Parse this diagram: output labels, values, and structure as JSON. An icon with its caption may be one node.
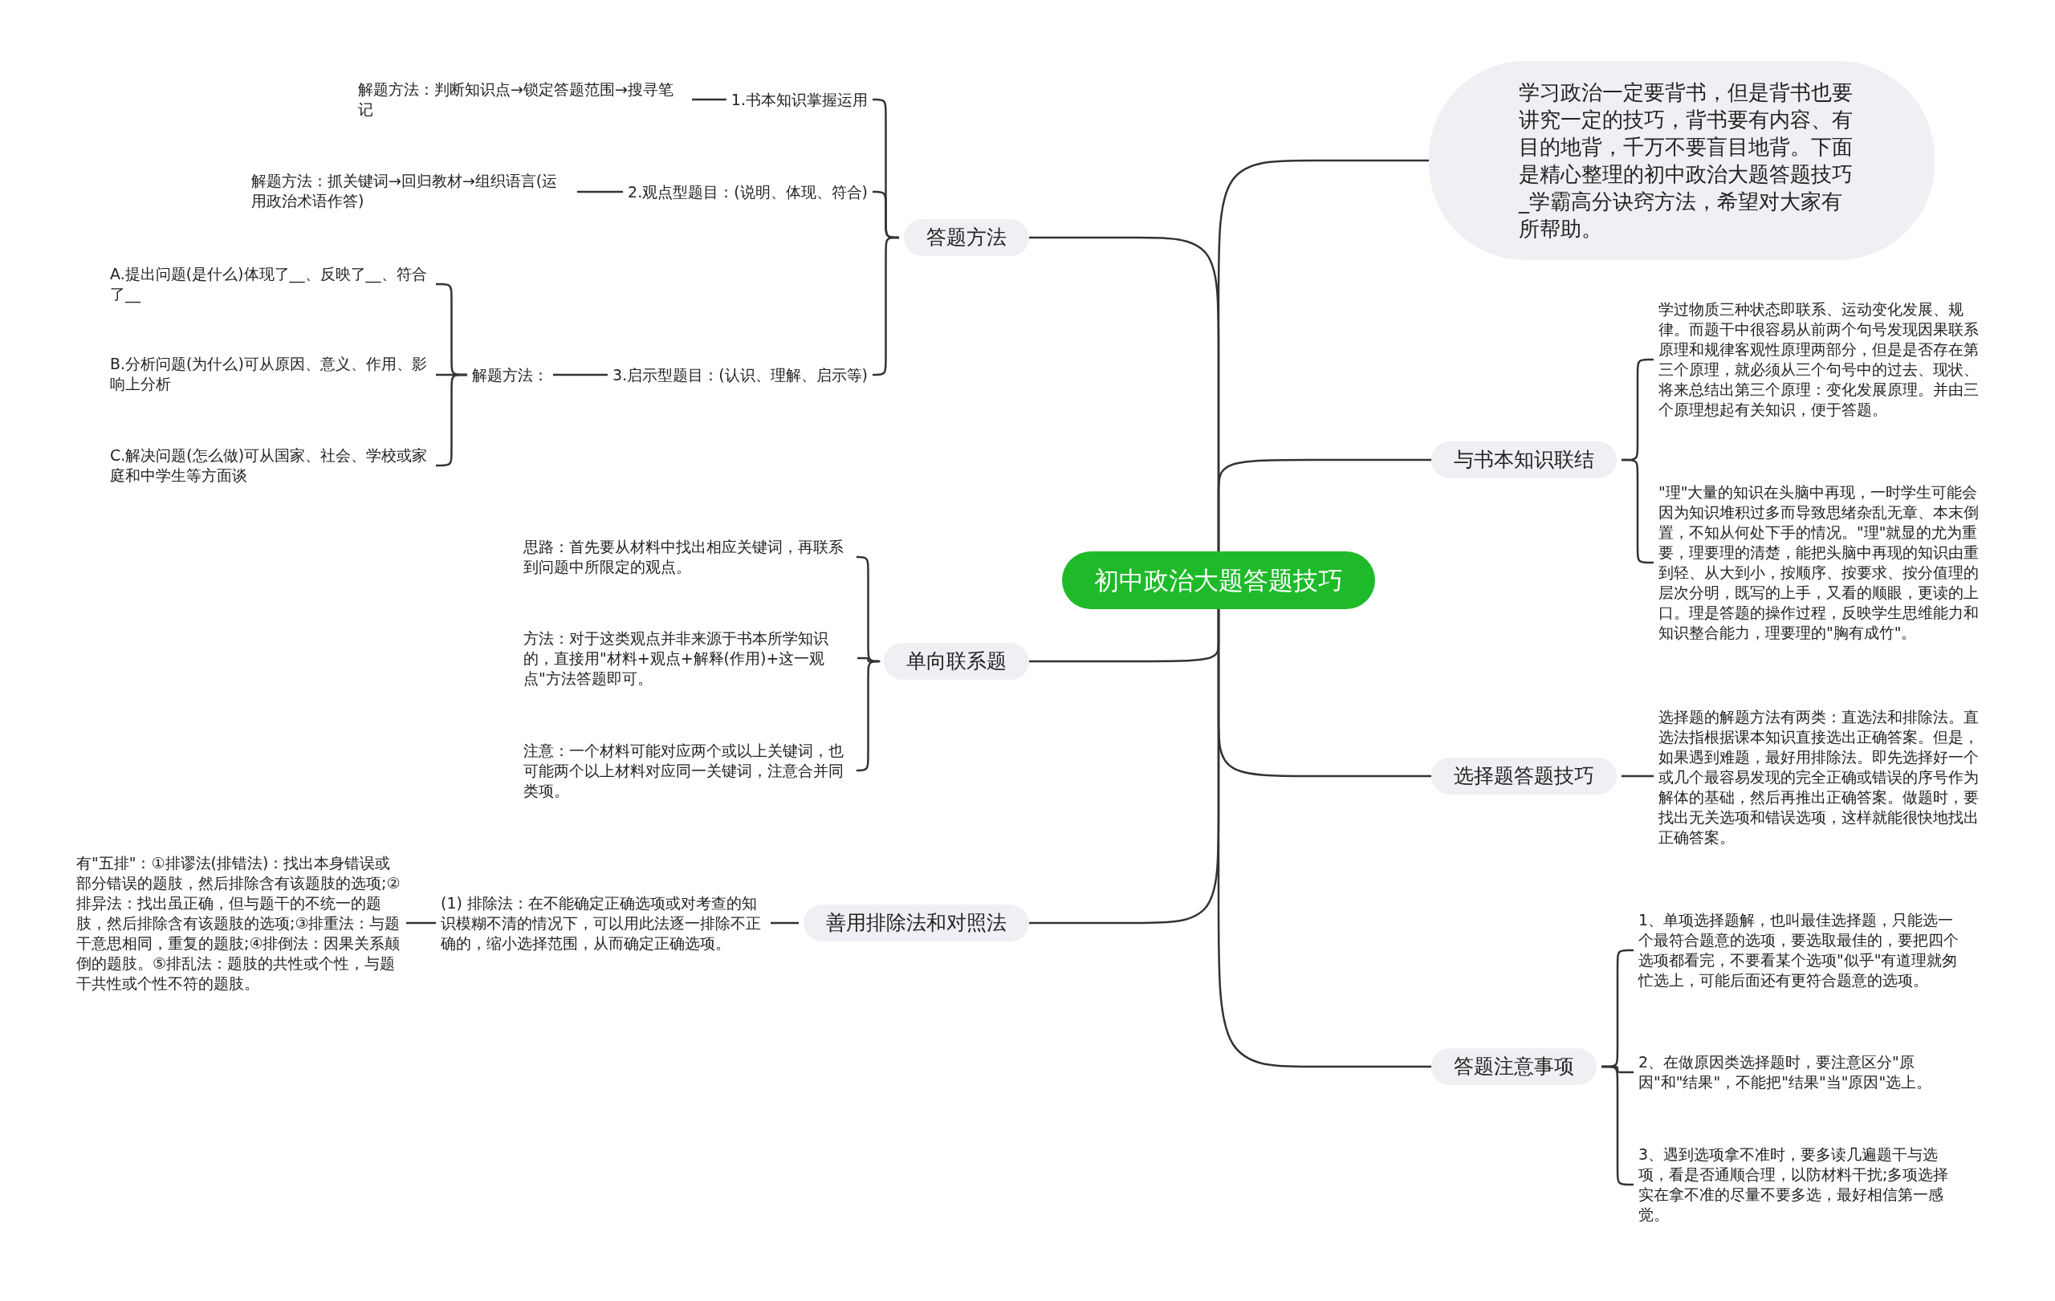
{
  "diagram": {
    "nodes": [
      {
        "text": [
          "初中政治大题答题技巧"
        ]
      },
      {
        "text": [
          "答题方法"
        ]
      },
      {
        "text": [
          "1.书本知识掌握运用"
        ]
      },
      {
        "text": [
          "解题方法：判断知识点→锁定答题范围→搜寻笔记"
        ]
      },
      {
        "text": [
          "2.观点型题目：(说明、体现、符合)"
        ]
      },
      {
        "text": [
          "解题方法：抓关键词→回归教材→组织语言(运用政治术语作答)"
        ]
      },
      {
        "text": [
          "3.启示型题目：(认识、理解、启示等)"
        ]
      },
      {
        "text": [
          "解题方法："
        ]
      },
      {
        "text": [
          "A.提出问题(是什么)体现了__、反映了__、符合了__"
        ]
      },
      {
        "text": [
          "B.分析问题(为什么)可从原因、意义、作用、影响上分析"
        ]
      },
      {
        "text": [
          "C.解决问题(怎么做)可从国家、社会、学校或家庭和中学生等方面谈"
        ]
      },
      {
        "text": [
          "单向联系题"
        ]
      },
      {
        "text": [
          "思路：首先要从材料中找出相应关键词，再联系到问题中所限定的观点。"
        ]
      },
      {
        "text": [
          "方法：对于这类观点并非来源于书本所学知识的，直接用\"材料+观点+解释(作用)+这一观点\"方法答题即可。"
        ]
      },
      {
        "text": [
          "注意：一个材料可能对应两个或以上关键词，也可能两个以上材料对应同一关键词，注意合并同类项。"
        ]
      },
      {
        "text": [
          "善用排除法和对照法"
        ]
      },
      {
        "text": [
          "(1) 排除法：在不能确定正确选项或对考查的知识模糊不清的情况下，可以用此法逐一排除不正确的，缩小选择范围，从而确定正确选项。"
        ]
      },
      {
        "text": [
          "有\"五排\"：①排谬法(排错法)：找出本身错误或部分错误的题肢，然后排除含有该题肢的选项;②排异法：找出虽正确，但与题干的不统一的题肢，然后排除含有该题肢的选项;③排重法：与题干意思相同，重复的题肢;④排倒法：因果关系颠倒的题肢。⑤排乱法：题肢的共性或个性，与题干共性或个性不符的题肢。"
        ]
      },
      {
        "text": [
          "学习政治一定要背书，但是背书也要讲究一定的技巧，背书要有内容、有目的地背，千万不要盲目地背。下面是精心整理的初中政治大题答题技巧_学霸高分诀窍方法，希望对大家有所帮助。"
        ]
      },
      {
        "text": [
          "与书本知识联结"
        ]
      },
      {
        "text": [
          "学过物质三种状态即联系、运动变化发展、规律。而题干中很容易从前两个句号发现因果联系原理和规律客观性原理两部分，但是是否存在第三个原理，就必须从三个句号中的过去、现状、将来总结出第三个原理：变化发展原理。并由三个原理想起有关知识，便于答题。"
        ]
      },
      {
        "text": [
          "\"理\"大量的知识在头脑中再现，一时学生可能会因为知识堆积过多而导致思绪杂乱无章、本末倒置，不知从何处下手的情况。\"理\"就显的尤为重要，理要理的清楚，能把头脑中再现的知识由重到轻、从大到小，按顺序、按要求、按分值理的层次分明，既写的上手，又看的顺眼，更读的上口。理是答题的操作过程，反映学生思维能力和知识整合能力，理要理的\"胸有成竹\"。"
        ]
      },
      {
        "text": [
          "选择题答题技巧"
        ]
      },
      {
        "text": [
          "选择题的解题方法有两类：直选法和排除法。直选法指根据课本知识直接选出正确答案。但是，如果遇到难题，最好用排除法。即先选择好一个或几个最容易发现的完全正确或错误的序号作为解体的基础，然后再推出正确答案。做题时，要找出无关选项和错误选项，这样就能很快地找出正确答案。"
        ]
      },
      {
        "text": [
          "答题注意事项"
        ]
      },
      {
        "text": [
          "1、单项选择题解，也叫最佳选择题，只能选一个最符合题意的选项，要选取最佳的，要把四个选项都看完，不要看某个选项\"似乎\"有道理就匆忙选上，可能后面还有更符合题意的选项。"
        ]
      },
      {
        "text": [
          "2、在做原因类选择题时，要注意区分\"原因\"和\"结果\"，不能把\"结果\"当\"原因\"选上。"
        ]
      },
      {
        "text": [
          "3、遇到选项拿不准时，要多读几遍题干与选项，看是否通顺合理，以防材料干扰;多项选择实在拿不准的尽量不要多选，最好相信第一感觉。"
        ]
      }
    ],
    "edges": [
      {
        "from": 0,
        "to": 1,
        "arrow": "none"
      },
      {
        "from": 1,
        "to": 2,
        "arrow": "none"
      },
      {
        "from": 2,
        "to": 3,
        "arrow": "none"
      },
      {
        "from": 1,
        "to": 4,
        "arrow": "none"
      },
      {
        "from": 4,
        "to": 5,
        "arrow": "none"
      },
      {
        "from": 1,
        "to": 6,
        "arrow": "none"
      },
      {
        "from": 6,
        "to": 7,
        "arrow": "none"
      },
      {
        "from": 7,
        "to": 8,
        "arrow": "none"
      },
      {
        "from": 7,
        "to": 9,
        "arrow": "none"
      },
      {
        "from": 7,
        "to": 10,
        "arrow": "none"
      },
      {
        "from": 0,
        "to": 11,
        "arrow": "none"
      },
      {
        "from": 11,
        "to": 12,
        "arrow": "none"
      },
      {
        "from": 11,
        "to": 13,
        "arrow": "none"
      },
      {
        "from": 11,
        "to": 14,
        "arrow": "none"
      },
      {
        "from": 0,
        "to": 15,
        "arrow": "none"
      },
      {
        "from": 15,
        "to": 16,
        "arrow": "none"
      },
      {
        "from": 16,
        "to": 17,
        "arrow": "none"
      },
      {
        "from": 0,
        "to": 18,
        "arrow": "none"
      },
      {
        "from": 0,
        "to": 19,
        "arrow": "none"
      },
      {
        "from": 19,
        "to": 20,
        "arrow": "none"
      },
      {
        "from": 19,
        "to": 21,
        "arrow": "none"
      },
      {
        "from": 0,
        "to": 22,
        "arrow": "none"
      },
      {
        "from": 22,
        "to": 23,
        "arrow": "none"
      },
      {
        "from": 0,
        "to": 24,
        "arrow": "none"
      },
      {
        "from": 24,
        "to": 25,
        "arrow": "none"
      },
      {
        "from": 24,
        "to": 26,
        "arrow": "none"
      },
      {
        "from": 24,
        "to": 27,
        "arrow": "none"
      }
    ]
  }
}
